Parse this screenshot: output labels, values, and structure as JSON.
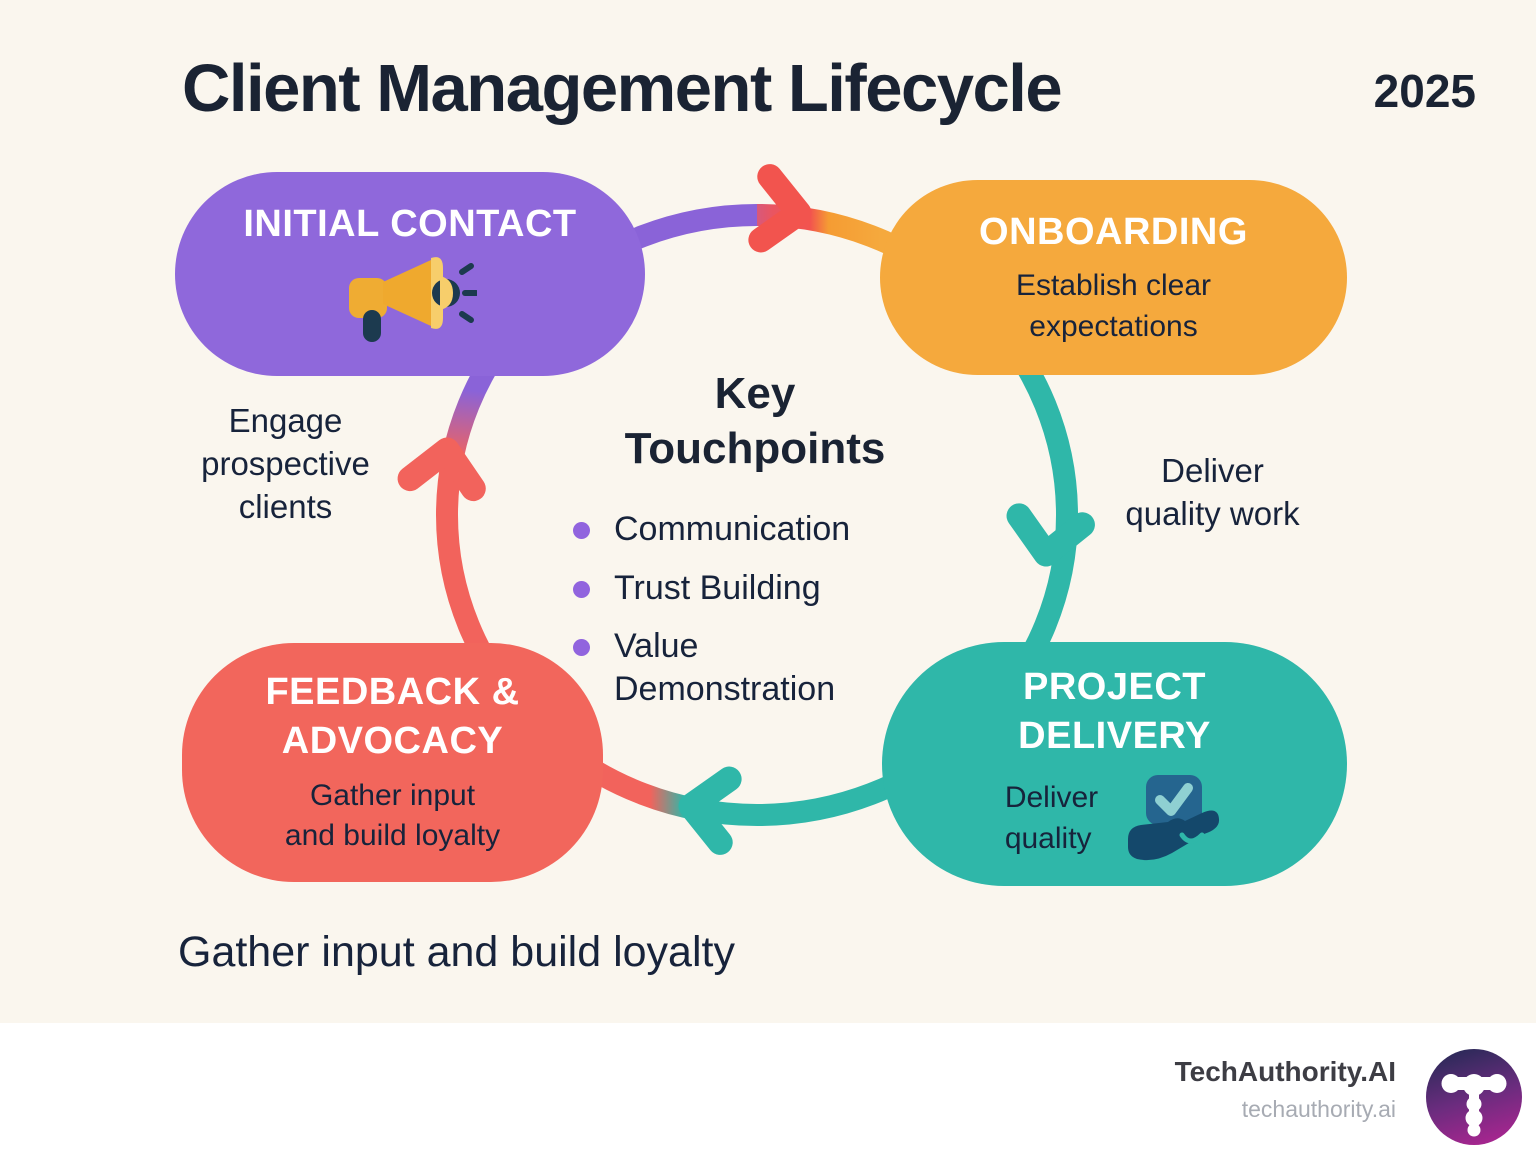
{
  "title": "Client Management Lifecycle",
  "year": "2025",
  "stages": {
    "initial_contact": {
      "label": "INITIAL CONTACT",
      "color": "#8F68DB",
      "icon": "megaphone-icon"
    },
    "onboarding": {
      "label": "ONBOARDING",
      "description_lines": [
        "Establish clear",
        "expectations"
      ],
      "color": "#F5A93D"
    },
    "project_delivery": {
      "label_lines": [
        "PROJECT",
        "DELIVERY"
      ],
      "description_lines": [
        "Deliver",
        "quality"
      ],
      "color": "#2FB7A9",
      "icon": "quality-check-hand-icon"
    },
    "feedback_advocacy": {
      "label_lines": [
        "FEEDBACK &",
        "ADVOCACY"
      ],
      "description_lines": [
        "Gather input",
        "and build loyalty"
      ],
      "color": "#F2665C"
    }
  },
  "arc_labels": {
    "left_lines": [
      "Engage",
      "prospective",
      "clients"
    ],
    "right_lines": [
      "Deliver",
      "quality work"
    ]
  },
  "key_touchpoints": {
    "heading_lines": [
      "Key",
      "Touchpoints"
    ],
    "items": [
      "Communication",
      "Trust Building",
      "Value Demonstration"
    ],
    "bullet_color": "#9164DE"
  },
  "bottom_caption": "Gather input and build loyalty",
  "footer": {
    "brand": "TechAuthority.AI",
    "website": "techauthority.ai",
    "logo_icon": "techauthority-t-logo",
    "logo_gradient": [
      "#272A56",
      "#A3268E"
    ]
  },
  "colors": {
    "background": "#FAF6EE",
    "footer_background": "#FFFFFF",
    "text": "#1C2638",
    "ring_purple": "#8A63D8",
    "ring_orange": "#F5A93D",
    "ring_teal": "#2FB7A9",
    "ring_red": "#F2635C"
  }
}
